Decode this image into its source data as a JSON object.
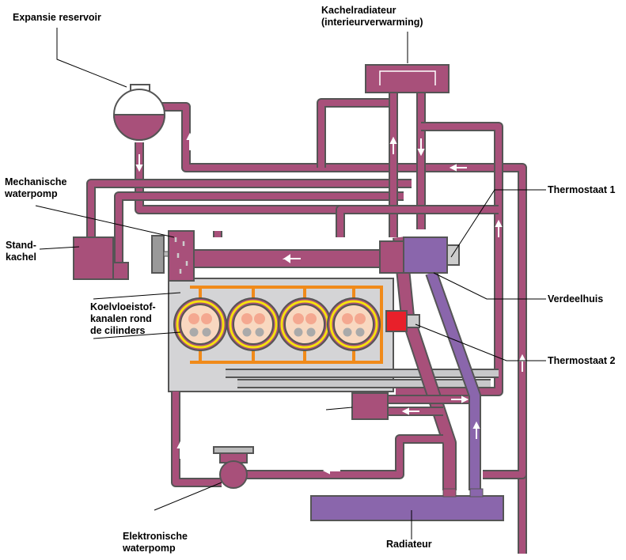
{
  "labels": {
    "expansie_reservoir": "Expansie reservoir",
    "kachelradiateur": "Kachelradiateur\n(interieurverwarming)",
    "mechanische_waterpomp": "Mechanische\nwaterpomp",
    "standkachel": "Stand-\nkachel",
    "koelvloeistofkanalen": "Koelvloeistof-\nkanalen rond\nde cilinders",
    "thermostaat_1": "Thermostaat 1",
    "verdeelhuis": "Verdeelhuis",
    "thermostaat_2": "Thermostaat 2",
    "elektronische_waterpomp": "Elektronische\nwaterpomp",
    "radiateur": "Radiateur"
  },
  "colors": {
    "coolant_hot": "#a8507a",
    "coolant_cold": "#8a66ac",
    "engine_block": "#d4d4d6",
    "outline": "#555555"
  }
}
